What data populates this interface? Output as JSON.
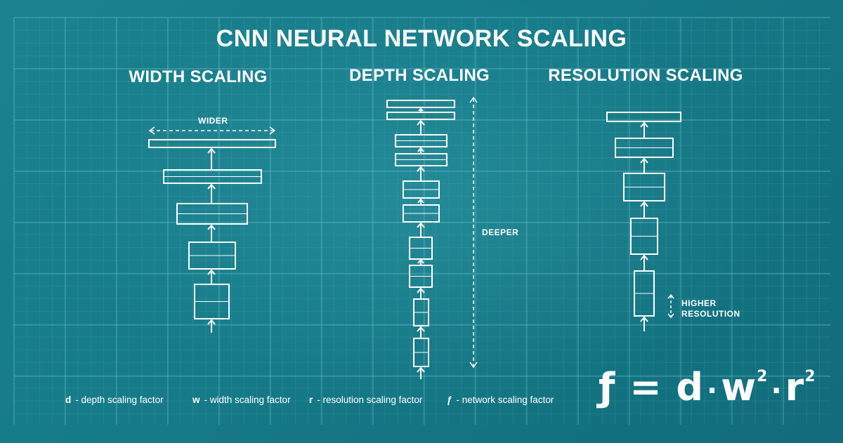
{
  "title": "CNN NEURAL NETWORK SCALING",
  "columns": {
    "width": {
      "title": "WIDTH SCALING",
      "annotation": "WIDER"
    },
    "depth": {
      "title": "DEPTH SCALING",
      "annotation": "DEEPER"
    },
    "resolution": {
      "title": "RESOLUTION SCALING",
      "annotation_line1": "HIGHER",
      "annotation_line2": "RESOLUTION"
    }
  },
  "legend": [
    {
      "symbol": "d",
      "text": "- depth scaling factor"
    },
    {
      "symbol": "w",
      "text": "- width scaling factor"
    },
    {
      "symbol": "r",
      "text": "- resolution scaling factor"
    },
    {
      "symbol": "ƒ",
      "text": "- network scaling factor"
    }
  ],
  "formula": {
    "f": "ƒ",
    "eq": "=",
    "d": "d",
    "w": "w",
    "w_exp": "2",
    "r": "r",
    "r_exp": "2",
    "dot": "·"
  },
  "colors": {
    "background": "#167a88",
    "grid": "#5fb8c4",
    "lines": "#ffffff"
  }
}
